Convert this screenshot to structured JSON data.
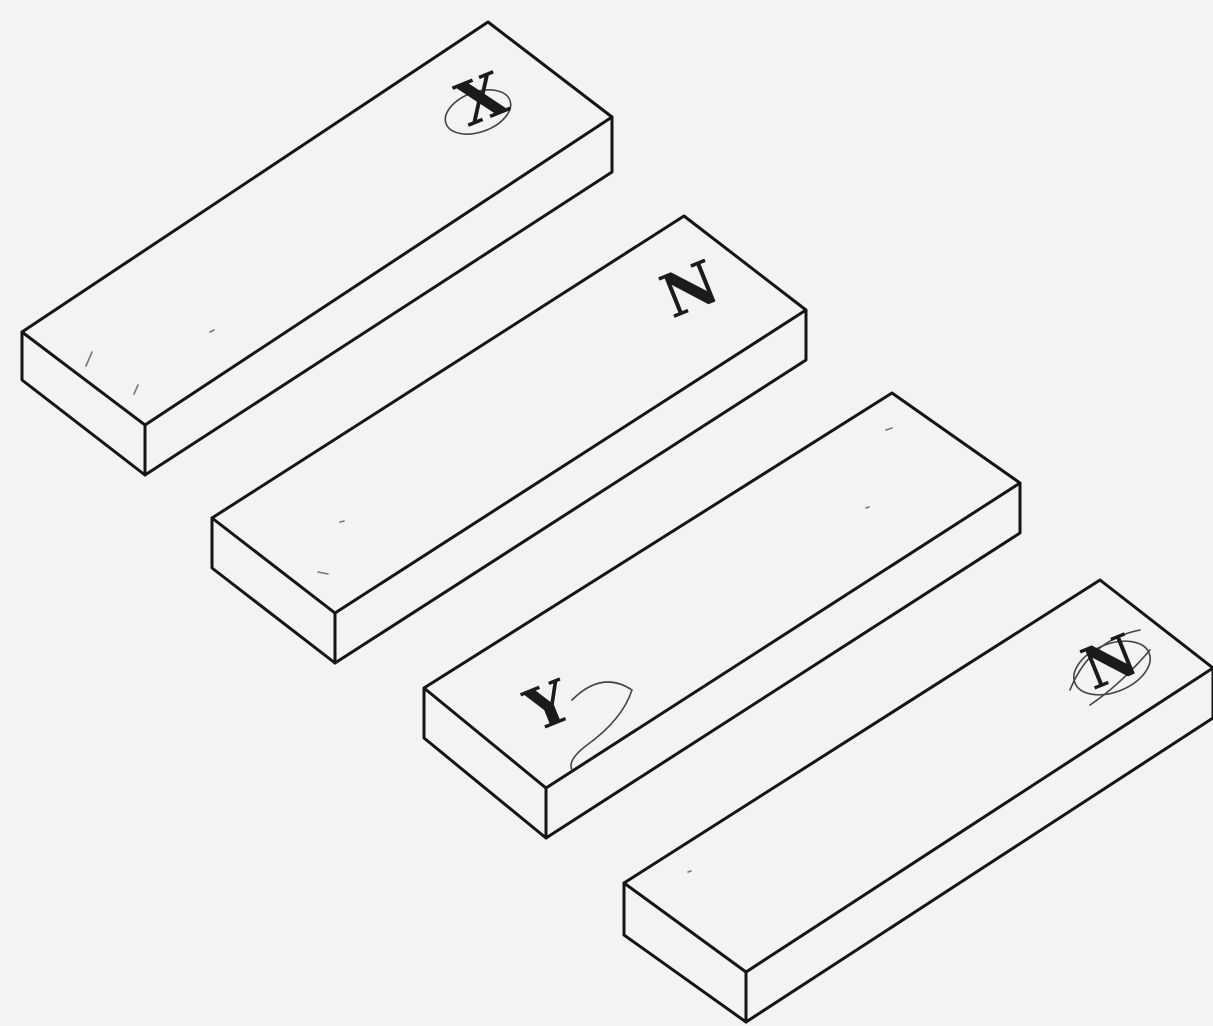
{
  "figure": {
    "background": "#f3f3f3",
    "line_color": "#151515",
    "magnets": [
      {
        "label": "X"
      },
      {
        "label": "N"
      },
      {
        "label": "Y"
      },
      {
        "label": "N"
      }
    ]
  }
}
